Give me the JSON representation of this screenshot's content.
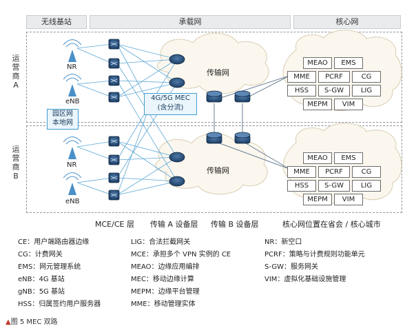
{
  "headers": {
    "wireless": "无线基站",
    "bearer": "承载网",
    "core": "核心网"
  },
  "operators": {
    "a": "运营商A",
    "b": "运营商B"
  },
  "nodes": {
    "a_nr": "NR",
    "a_enb": "eNB",
    "b_nr": "NR",
    "b_enb": "eNB",
    "transport_a": "传输网",
    "transport_b": "传输网",
    "mec_line1": "4G/5G MEC",
    "mec_line2": "(含分流)",
    "campus_line1": "园区网",
    "campus_line2": "本地网"
  },
  "core_a": [
    "MEAO",
    "EMS",
    "MME",
    "PCRF",
    "CG",
    "HSS",
    "S-GW",
    "LIG",
    "MEPM",
    "VIM"
  ],
  "core_b": [
    "MEAO",
    "EMS",
    "MME",
    "PCRF",
    "CG",
    "HSS",
    "S-GW",
    "LIG",
    "MEPM",
    "VIM"
  ],
  "layers": {
    "mce": "MCE/CE 层",
    "trans_a": "传输 A 设备层",
    "trans_b": "传输 B 设备层",
    "core_loc": "核心网位置在省会 / 核心城市"
  },
  "glossary": [
    [
      "CE：用户端路由器边缘",
      "LIG：合法拦截网关",
      "NR：新空口"
    ],
    [
      "CG：计费网关",
      "MCE：承担多个 VPN 实例的 CE",
      "PCRF：策略与计费规则功能单元"
    ],
    [
      "EMS：网元管理系统",
      "MEAO：边缘应用编排",
      "S-GW：服务网关"
    ],
    [
      "eNB：4G 基站",
      "MEC：移动边缘计算",
      "VIM：虚拟化基础设施管理"
    ],
    [
      "gNB：5G 基站",
      "MEPM：边缘平台管理",
      ""
    ],
    [
      "HSS：归属签约用户服务器",
      "MME：移动管理实体",
      ""
    ]
  ],
  "caption": {
    "marker": "▲",
    "text": "图 5  MEC 双路"
  },
  "colors": {
    "accent": "#3f9bd1",
    "link": "#5aa7d6",
    "device": "#1e3f66"
  }
}
